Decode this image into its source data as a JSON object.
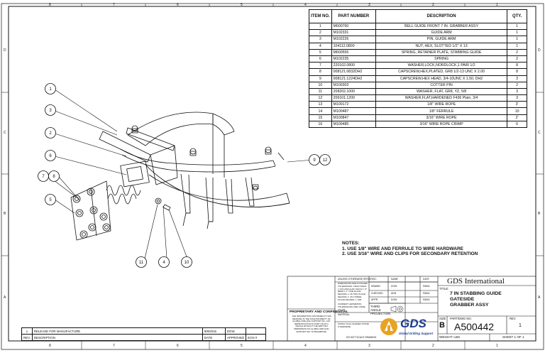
{
  "zones": {
    "top": [
      "8",
      "7",
      "6",
      "5",
      "4",
      "3",
      "2",
      "1"
    ],
    "bottom": [
      "8",
      "7",
      "6",
      "5",
      "4",
      "3",
      "2",
      "1"
    ],
    "left": [
      "D",
      "C",
      "B",
      "A"
    ],
    "right": [
      "D",
      "C",
      "B",
      "A"
    ]
  },
  "bom": {
    "headers": {
      "item": "ITEM NO.",
      "part": "PART NUMBER",
      "desc": "DESCRIPTION",
      "qty": "QTY."
    },
    "rows": [
      {
        "item": "1",
        "part": "M600760",
        "desc": "BELL GUIDE FRONT 7 IN. GRABBER ASSY",
        "qty": "1"
      },
      {
        "item": "2",
        "part": "M102331",
        "desc": "GUIDE ARM",
        "qty": "1"
      },
      {
        "item": "3",
        "part": "M102226",
        "desc": "PIN, GUIDE ARM",
        "qty": "1"
      },
      {
        "item": "4",
        "part": "104112.0800",
        "desc": "NUT, HEX, SLOTTED 1/2\" X 13",
        "qty": "1"
      },
      {
        "item": "5",
        "part": "M600555",
        "desc": "SPRING, RETAINER PLATE, STABBING GUIDE",
        "qty": "2"
      },
      {
        "item": "6",
        "part": "M102235",
        "desc": "SPRING",
        "qty": "2"
      },
      {
        "item": "7",
        "part": "220102.0800",
        "desc": "WASHER,LOCK,NORDLOCK,1 PAIR 1/2",
        "qty": "8"
      },
      {
        "item": "8",
        "part": "008121.0832DH2",
        "desc": "CAPSCREW,HEX,PLATED, GR8 1/2-13 UNC X 2.00",
        "qty": "8"
      },
      {
        "item": "9",
        "part": "008121.1224DH2",
        "desc": "CAPSCREW,HEX HEAD, 3/4-10UNC X 1.50, DH2",
        "qty": "3"
      },
      {
        "item": "10",
        "part": "M100303",
        "desc": "COTTER PIN",
        "qty": "2"
      },
      {
        "item": "11",
        "part": "208202.1000",
        "desc": "WASHER, FLAT, GR8, YZ, 5/8",
        "qty": "3"
      },
      {
        "item": "12",
        "part": "206101.1200",
        "desc": "WASHER,FLAT,HARDENED F436 Plain, 3/4",
        "qty": "3"
      },
      {
        "item": "13",
        "part": "M100172",
        "desc": "1/8\" WIRE ROPE",
        "qty": "3'"
      },
      {
        "item": "14",
        "part": "M100487",
        "desc": "1/8\" FERRULE",
        "qty": "10"
      },
      {
        "item": "15",
        "part": "M100847",
        "desc": "3/16\" WIRE ROPE",
        "qty": "2'"
      },
      {
        "item": "16",
        "part": "M100485",
        "desc": "3/16\" WIRE ROPE CRIMP",
        "qty": "6"
      }
    ]
  },
  "notes": {
    "title": "NOTES:",
    "lines": [
      "1.    USE 1/8\" WIRE AND FERRULE TO WIRE HARDWARE",
      "2.    USE 3/16\" WIRE AND CLIPS FOR SECONDARY RETENTION"
    ]
  },
  "balloons": [
    {
      "label": "1"
    },
    {
      "label": "3"
    },
    {
      "label": "2"
    },
    {
      "label": "6"
    },
    {
      "label": "7"
    },
    {
      "label": "8"
    },
    {
      "label": "5"
    },
    {
      "label": "11"
    },
    {
      "label": "4"
    },
    {
      "label": "10"
    },
    {
      "label": "9"
    },
    {
      "label": "12"
    }
  ],
  "title_block": {
    "company": "GDS International",
    "title_label": "TITLE:",
    "title_lines": [
      "7 IN STABBING GUIDE",
      "GATESIDE",
      "GRABBER ASSY"
    ],
    "size_label": "SIZE",
    "size": "B",
    "dwg_label": "PART/DWG NO.",
    "dwg_no": "A500442",
    "rev_label": "REV",
    "rev": "1",
    "weight_label": "WEIGHT: LBS",
    "sheet": "SHEET 1 OF 1",
    "unless": "UNLESS OTHERWISE SPECIFIED:",
    "tolerances": "DIMENSIONS ARE IN INCHES TOLERANCES: FRACTIONAL ± 1/16 ANGULAR: MACH ± .5° BEND ± 1° ONE PLACE DECIMAL ± .06 TWO PLACE DECIMAL ± .010 THREE PLACE DECIMAL ± .005",
    "geometric": "CURRENT GEOMETRIC TOLERANCING PER: ASME Y14.5M",
    "material_label": "MATERIAL",
    "finish": "FINISH: DUAL SHADED STONE OTHERWISE",
    "do_not_scale": "DO NOT SCALE DRAWING",
    "name_h": "NAME",
    "date_h": "DATE",
    "drawn": "DRAWN",
    "checked": "CHECKED",
    "appr": "APPR.",
    "drawn_name": "DGW",
    "drawn_date": "9/8/16",
    "checked_name": "ADB",
    "checked_date": "9/8/16",
    "appr_name": "DGW",
    "appr_date": "9/8/16",
    "third_angle": "THIRD ANGLE PROJECTION",
    "proprietary_title": "PROPRIETARY AND CONFIDENTIAL",
    "proprietary_text": "THE INFORMATION CONTAINED IN THIS DRAWING IS THE SOLE PROPERTY OF GLOBAL DRILLING SUPPORT INC. ANY REPRODUCTION IN PART OR AS A WHOLE WITHOUT THE WRITTEN PERMISSION OF GLOBAL DRILLING SUPPORT INC. IS PROHIBITED.",
    "logo_text": "GDS",
    "logo_sub": "Global Drilling Support"
  },
  "revision_block": {
    "row": {
      "rev": "1",
      "desc": "RELEASE FOR MANUFACTURE",
      "date": "9/8/2016",
      "approved": "DGW"
    },
    "header": {
      "rev": "REV.",
      "desc": "DESCRIPTION",
      "date": "DATE",
      "approved": "APPROVED",
      "ecn": "ECN #"
    }
  }
}
